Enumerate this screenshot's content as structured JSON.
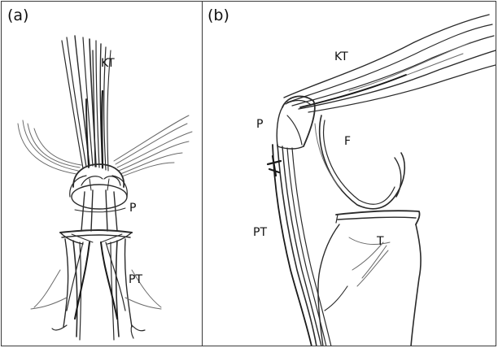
{
  "panel_a": {
    "label": "(a)",
    "structures": {
      "kt": "KT",
      "p": "P",
      "pt": "PT"
    }
  },
  "panel_b": {
    "label": "(b)",
    "structures": {
      "kt": "KT",
      "p": "P",
      "f": "F",
      "pt": "PT",
      "t": "T"
    }
  },
  "colors": {
    "stroke": "#2a2a2a",
    "light_stroke": "#6a6a6a",
    "border": "#3a3a3a",
    "background": "#ffffff"
  }
}
